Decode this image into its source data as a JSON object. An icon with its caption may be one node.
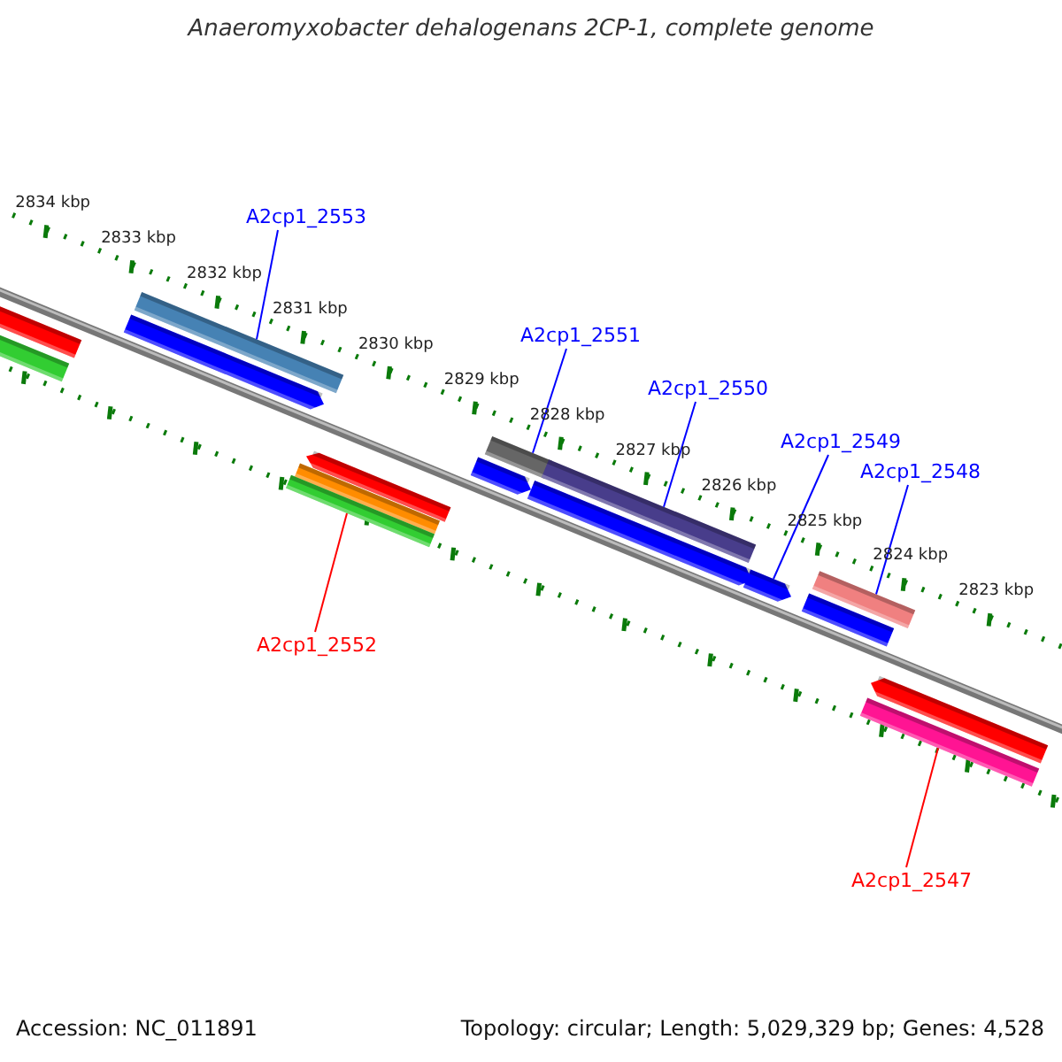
{
  "diagram": {
    "title": "Anaeromyxobacter dehalogenans 2CP-1, complete genome",
    "nodes": [
      {
        "text": [
          "A2cp1_2553"
        ]
      },
      {
        "text": [],
        "shape": "bar"
      },
      {
        "text": [
          "A2cp1_2551"
        ]
      },
      {
        "text": [],
        "shape": "bar"
      },
      {
        "text": [
          "A2cp1_2550"
        ]
      },
      {
        "text": [],
        "shape": "bar"
      },
      {
        "text": [
          "A2cp1_2549"
        ]
      },
      {
        "text": [],
        "shape": "bar"
      },
      {
        "text": [
          "A2cp1_2548"
        ]
      },
      {
        "text": [],
        "shape": "bar"
      },
      {
        "text": [
          "A2cp1_2552"
        ]
      },
      {
        "text": [],
        "shape": "bar"
      },
      {
        "text": [
          "A2cp1_2547"
        ]
      },
      {
        "text": [],
        "shape": "bar"
      }
    ],
    "edges": [
      {
        "from": 0,
        "to": 1,
        "arrow": "none"
      },
      {
        "from": 2,
        "to": 3,
        "arrow": "none"
      },
      {
        "from": 4,
        "to": 5,
        "arrow": "none"
      },
      {
        "from": 6,
        "to": 7,
        "arrow": "none"
      },
      {
        "from": 8,
        "to": 9,
        "arrow": "none"
      },
      {
        "from": 10,
        "to": 11,
        "arrow": "none",
        "color": "#ff0000"
      },
      {
        "from": 12,
        "to": 13,
        "arrow": "none",
        "color": "#ff0000"
      }
    ],
    "labels": [
      "2834 kbp",
      "2833 kbp",
      "2832 kbp",
      "2831 kbp",
      "2830 kbp",
      "2829 kbp",
      "2828 kbp",
      "2827 kbp",
      "2826 kbp",
      "2825 kbp",
      "2824 kbp",
      "2823 kbp",
      "Accession: NC_011891",
      "Topology: circular; Length: 5,029,329 bp; Genes: 4,528"
    ]
  }
}
